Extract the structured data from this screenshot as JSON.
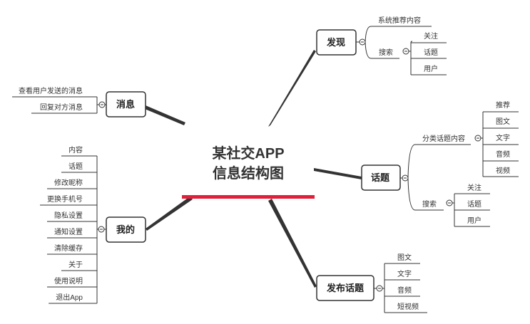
{
  "title": {
    "line1": "某社交APP",
    "line2": "信息结构图",
    "accent_color": "#e0203a"
  },
  "branches": {
    "discover": {
      "label": "发现",
      "items": {
        "recommend": "系统推荐内容",
        "search": "搜索",
        "search_children": [
          "关注",
          "话题",
          "用户"
        ]
      }
    },
    "messages": {
      "label": "消息",
      "items": [
        "查看用户发送的消息",
        "回复对方消息"
      ]
    },
    "topics": {
      "label": "话题",
      "category": "分类话题内容",
      "category_children": [
        "推荐",
        "图文",
        "文字",
        "音频",
        "视频"
      ],
      "search": "搜索",
      "search_children": [
        "关注",
        "话题",
        "用户"
      ]
    },
    "me": {
      "label": "我的",
      "items": [
        "内容",
        "话题",
        "修改昵称",
        "更换手机号",
        "隐私设置",
        "通知设置",
        "清除缓存",
        "关于",
        "使用说明",
        "退出App"
      ]
    },
    "publish": {
      "label": "发布话题",
      "items": [
        "图文",
        "文字",
        "音频",
        "短视频"
      ]
    }
  },
  "collapse_icon": "minus-circle-icon"
}
